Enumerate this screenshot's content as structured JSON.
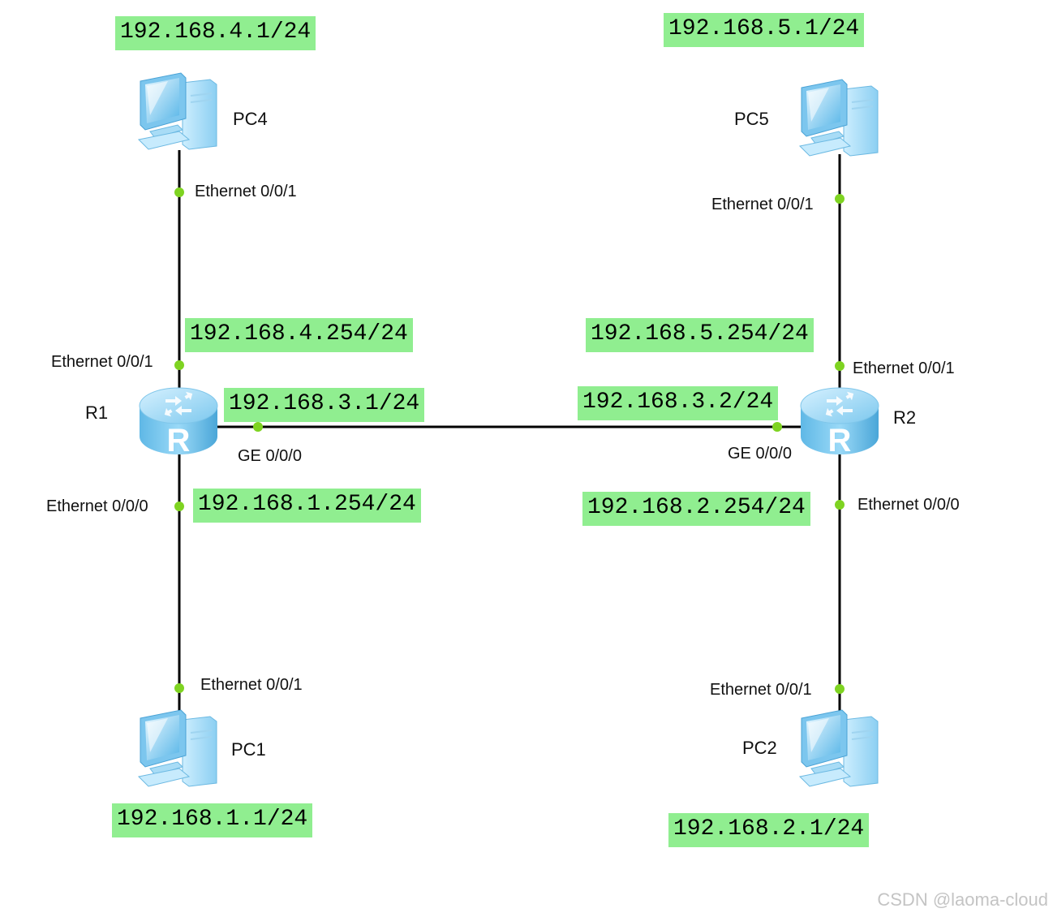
{
  "colors": {
    "ip_box": "#90ee90",
    "link": "#000000",
    "port_dot": "#7ed321",
    "router_body": "#6fc3ef",
    "pc_body": "#8fd0f5",
    "watermark": "#c4c4c4"
  },
  "devices": {
    "pc4": {
      "name": "PC4",
      "ip": "192.168.4.1/24",
      "port": "Ethernet 0/0/1",
      "icon": "pc-icon"
    },
    "pc5": {
      "name": "PC5",
      "ip": "192.168.5.1/24",
      "port": "Ethernet 0/0/1",
      "icon": "pc-icon"
    },
    "pc1": {
      "name": "PC1",
      "ip": "192.168.1.1/24",
      "port": "Ethernet 0/0/1",
      "icon": "pc-icon"
    },
    "pc2": {
      "name": "PC2",
      "ip": "192.168.2.1/24",
      "port": "Ethernet 0/0/1",
      "icon": "pc-icon"
    },
    "r1": {
      "name": "R1",
      "icon": "router-icon",
      "eth1_port": "Ethernet 0/0/1",
      "eth1_ip": "192.168.4.254/24",
      "ge_port": "GE 0/0/0",
      "ge_ip": "192.168.3.1/24",
      "eth0_port": "Ethernet 0/0/0",
      "eth0_ip": "192.168.1.254/24"
    },
    "r2": {
      "name": "R2",
      "icon": "router-icon",
      "eth1_port": "Ethernet 0/0/1",
      "eth1_ip": "192.168.5.254/24",
      "ge_port": "GE 0/0/0",
      "ge_ip": "192.168.3.2/24",
      "eth0_port": "Ethernet 0/0/0",
      "eth0_ip": "192.168.2.254/24"
    }
  },
  "watermark": "CSDN @laoma-cloud"
}
